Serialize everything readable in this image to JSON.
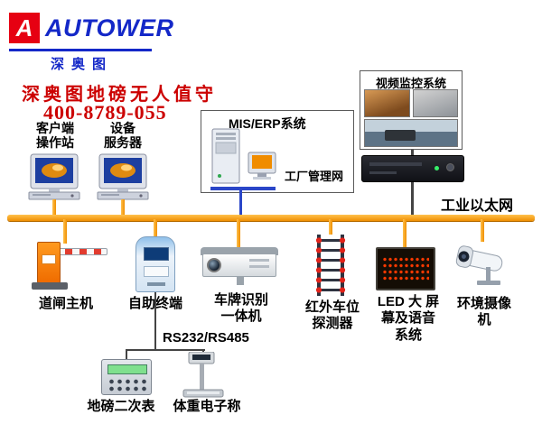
{
  "logo": {
    "mark_letter": "A",
    "brand": "AUTOWER",
    "brand_cn": "深奥图"
  },
  "header": {
    "title": "深奥图地磅无人值守",
    "phone": "400-8789-055"
  },
  "boxes": {
    "mis": "MIS/ERP系统",
    "video": "视频监控系统"
  },
  "network": {
    "backbone_label": "工业以太网",
    "factory_net_label": "工厂管理网",
    "serial_label": "RS232/RS485"
  },
  "nodes": {
    "client_station": "客户端\n操作站",
    "device_server": "设备\n服务器",
    "barrier": "道闸主机",
    "kiosk": "自助终端",
    "lpr": "车牌识别\n一体机",
    "infrared": "红外车位\n探测器",
    "led": "LED 大 屏\n幕及语音\n系统",
    "env_camera": "环境摄像\n机",
    "indicator": "地磅二次表",
    "scale": "体重电子称"
  },
  "colors": {
    "bus_orange": "#ef8e00",
    "brand_blue": "#1428c8",
    "brand_red": "#e60012",
    "title_red": "#cc0000"
  },
  "icons": {
    "logo-mark-icon": "red square with white italic A",
    "computer-icon": "CRT monitor on desktop case, orange swirl screen",
    "mis-server-icon": "server tower with small orange-screen monitor",
    "camera-feed-thumbnail": "surveillance snapshot tiles",
    "dvr-recorder-icon": "black rack video recorder",
    "barrier-gate-icon": "orange post with red/white striped arm",
    "kiosk-icon": "blue self-service terminal",
    "lpr-camera-icon": "white boxy license-plate camera",
    "infrared-ladder-icon": "ladder frame with red sensor dots",
    "led-panel-icon": "black panel with red dot-matrix",
    "cctv-camera-icon": "white bullet camera on bracket",
    "weight-indicator-icon": "grey meter with green LCD and keypad",
    "platform-scale-icon": "pole scale with head display and platform"
  }
}
